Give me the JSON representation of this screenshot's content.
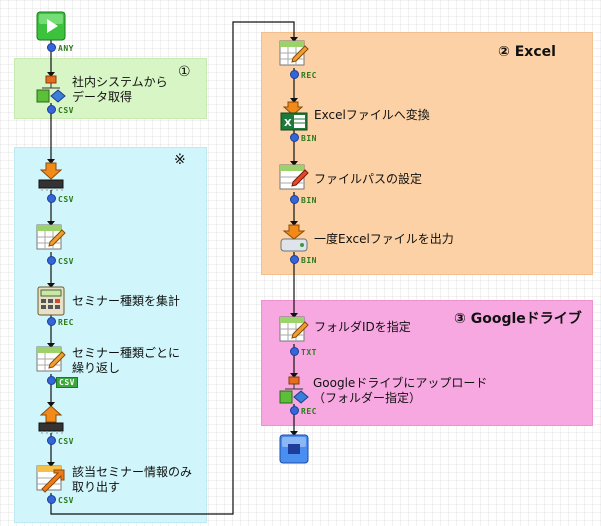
{
  "regions": {
    "region1_label": "①",
    "region_note_label": "※",
    "region2_label": "② Excel",
    "region3_label": "③ Googleドライブ"
  },
  "nodes": {
    "start": {
      "icon": "start-play-icon"
    },
    "fetch": {
      "caption": "社内システムから\nデータ取得",
      "icon": "system-fetch-icon"
    },
    "convert_csv": {
      "icon": "chip-convert-icon"
    },
    "table_csv": {
      "icon": "table-edit-icon"
    },
    "aggregate": {
      "caption": "セミナー種類を集計",
      "icon": "calculator-icon"
    },
    "loop": {
      "caption": "セミナー種類ごとに\n繰り返し",
      "icon": "loop-icon"
    },
    "upload_chip": {
      "icon": "chip-upload-icon"
    },
    "extract": {
      "caption": "該当セミナー情報のみ\n取り出す",
      "icon": "extract-icon"
    },
    "rec_edit": {
      "icon": "table-edit-icon"
    },
    "excel_convert": {
      "caption": "Excelファイルへ変換",
      "icon": "excel-icon"
    },
    "set_path": {
      "caption": "ファイルパスの設定",
      "icon": "path-edit-icon"
    },
    "output_temp": {
      "caption": "一度Excelファイルを出力",
      "icon": "drive-output-icon"
    },
    "folder_id": {
      "caption": "フォルダIDを指定",
      "icon": "table-edit-icon"
    },
    "gdrive_upload": {
      "caption": "Googleドライブにアップロード\n（フォルダー指定）",
      "icon": "system-upload-icon"
    },
    "end": {
      "icon": "end-stop-icon"
    }
  },
  "tags": {
    "any": "ANY",
    "csv1": "CSV",
    "csv2": "CSV",
    "csv3": "CSV",
    "rec1": "REC",
    "csv_loop": "CSV",
    "csv4": "CSV",
    "csv5": "CSV",
    "rec2": "REC",
    "bin1": "BIN",
    "bin2": "BIN",
    "bin3": "BIN",
    "txt": "TXT",
    "rec3": "REC"
  },
  "colors": {
    "region1": "#d8f5c6",
    "region_note": "#d0f6fb",
    "region2": "#fbd1a5",
    "region3": "#f7a8e1",
    "connector_dot": "#3466d8",
    "tag_text": "#2c7a1c"
  }
}
